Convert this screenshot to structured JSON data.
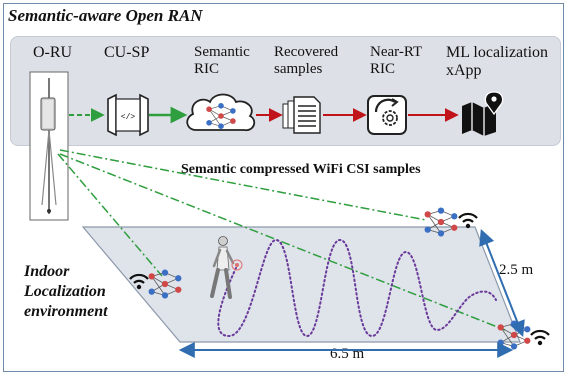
{
  "title": "Semantic-aware Open RAN",
  "pipeline": {
    "oru": "O-RU",
    "cusp": "CU-SP",
    "semantic_ric": [
      "Semantic",
      "RIC"
    ],
    "recovered": [
      "Recovered",
      "samples"
    ],
    "nearrt": [
      "Near-RT",
      "RIC"
    ],
    "ml": [
      "ML localization",
      "xApp"
    ],
    "cusp_symbol": "</>"
  },
  "link_label": "Semantic compressed WiFi CSI samples",
  "environment": {
    "label": [
      "Indoor",
      "Localization",
      "environment"
    ],
    "width": "6.5 m",
    "depth": "2.5 m"
  },
  "colors": {
    "green_link": "#2e9e3e",
    "red_link": "#c0141a",
    "floor": "#dfe3ea",
    "floor_edge": "#8c99ab",
    "trajectory": "#6a3b9a",
    "dimension": "#2f6db0",
    "node_blue": "#3a6fc4",
    "node_red": "#d04848"
  }
}
